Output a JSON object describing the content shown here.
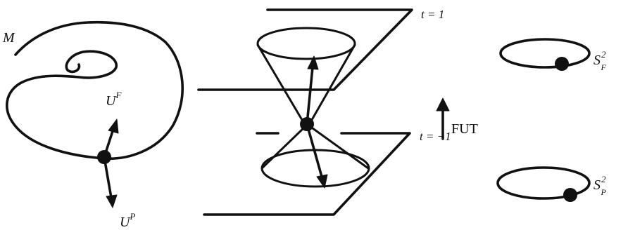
{
  "left_panel": {
    "manifold_label": "M",
    "future_vector_label": {
      "base": "U",
      "sup": "F"
    },
    "past_vector_label": {
      "base": "U",
      "sup": "P"
    }
  },
  "middle_panel": {
    "upper_slice_label": "t = 1",
    "lower_slice_label": "t = −1",
    "time_arrow_label": "FUT"
  },
  "right_panel": {
    "future_sphere_label": {
      "base": "S",
      "sup": "2",
      "sub": "F"
    },
    "past_sphere_label": {
      "base": "S",
      "sup": "2",
      "sub": "P"
    }
  },
  "colors": {
    "ink": "#111111",
    "background": "#ffffff"
  }
}
